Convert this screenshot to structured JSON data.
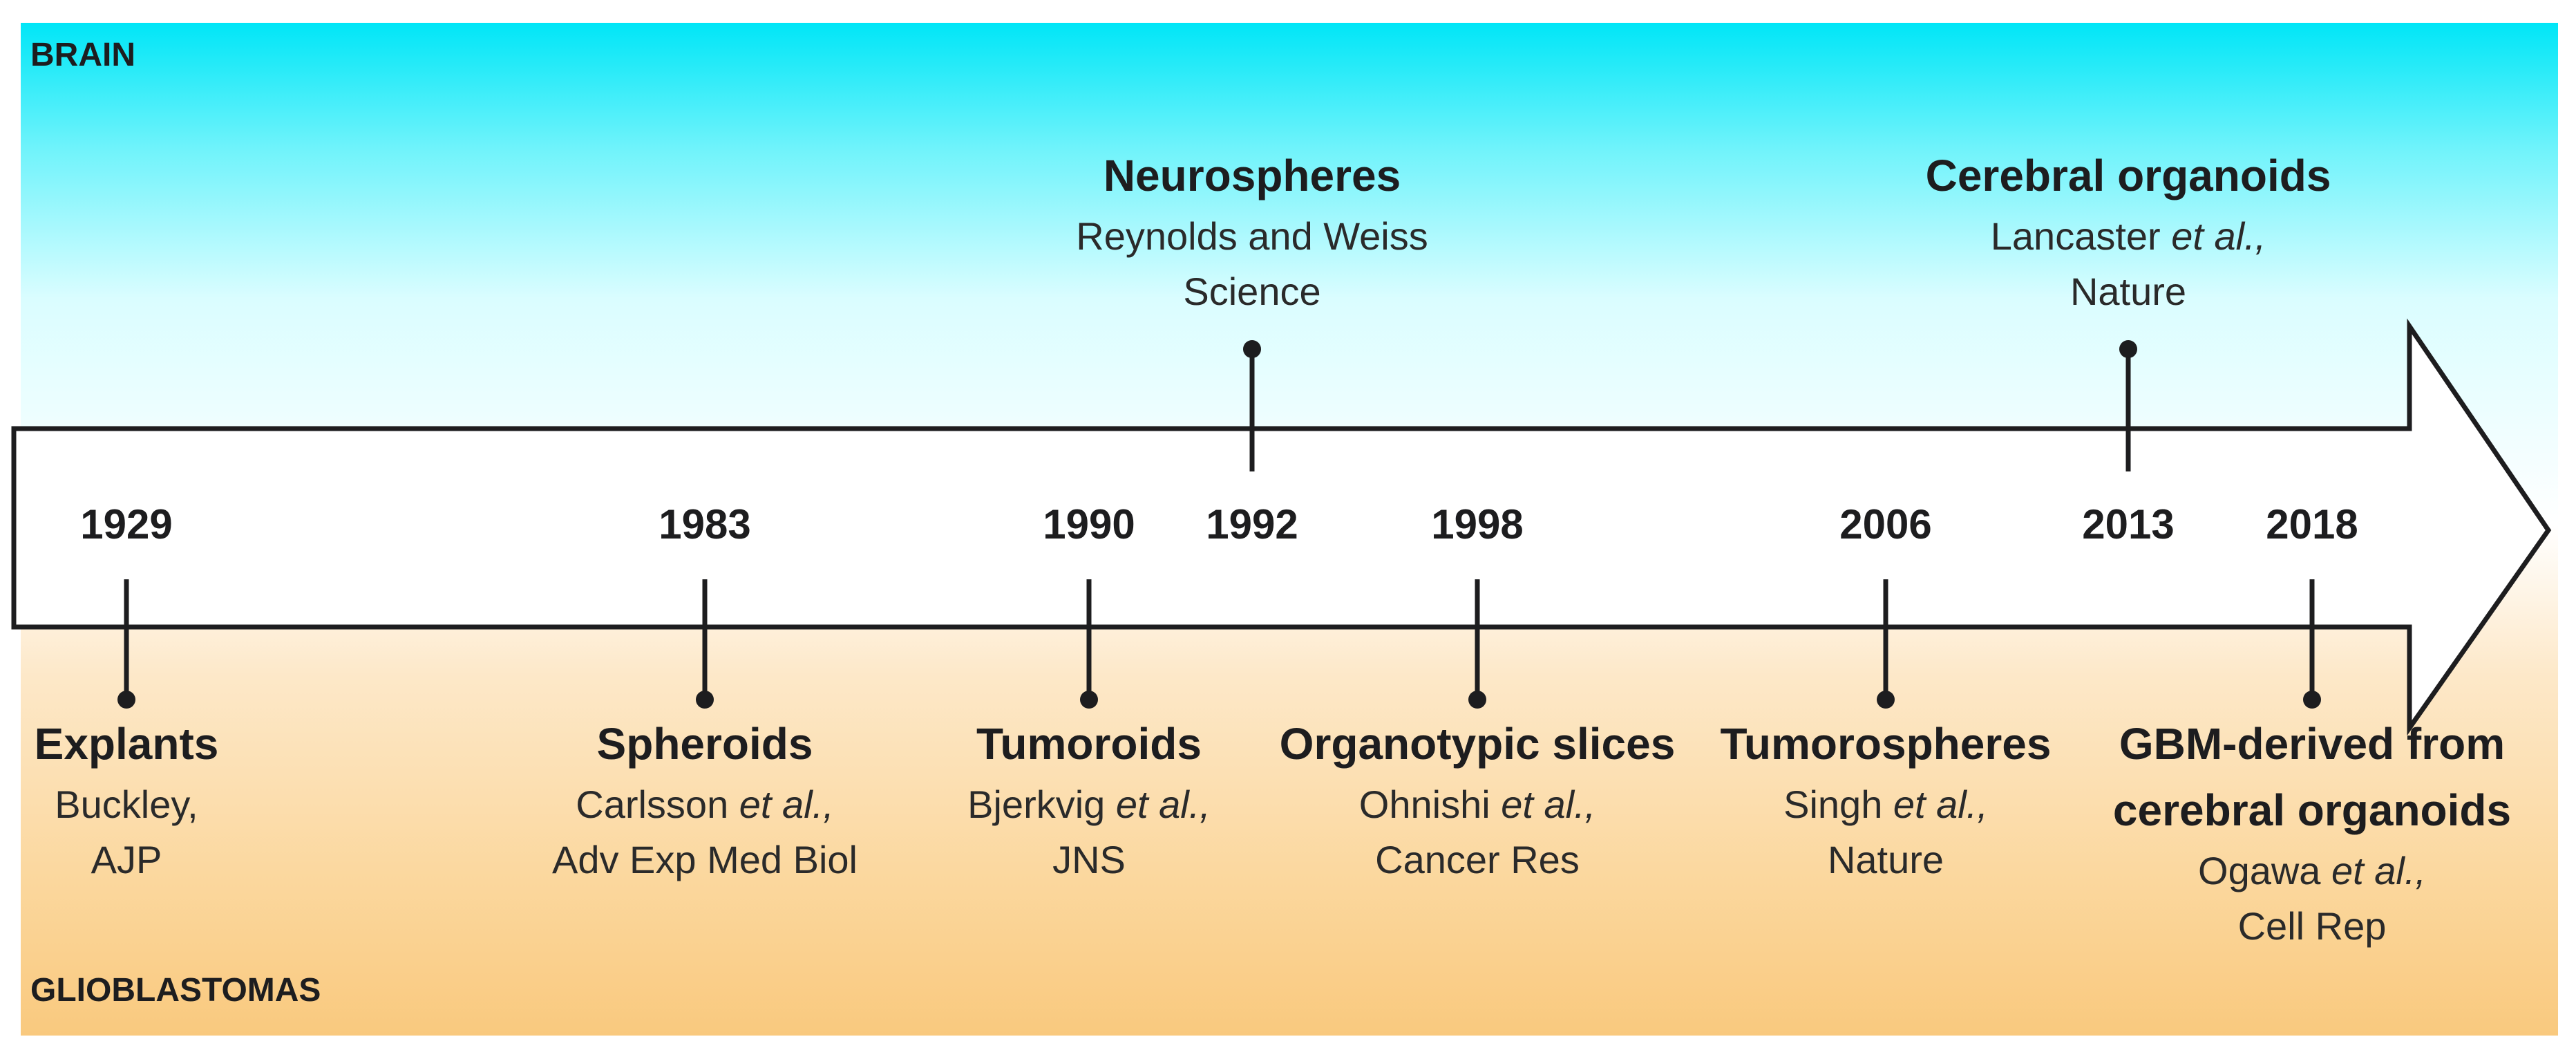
{
  "labels": {
    "top": "BRAIN",
    "bottom": "GLIOBLASTOMAS"
  },
  "colors": {
    "top_gradient": "#00e6f7",
    "bottom_gradient": "#f9c97e",
    "line": "#1d1d1f"
  },
  "years": [
    "1929",
    "1983",
    "1990",
    "1992",
    "1998",
    "2006",
    "2013",
    "2018"
  ],
  "brain_events": [
    {
      "year": "1992",
      "title": "Neurospheres",
      "cite_line1": "Reynolds and Weiss",
      "cite_line1_italic": "",
      "cite_line2": "Science"
    },
    {
      "year": "2013",
      "title": "Cerebral organoids",
      "cite_line1": "Lancaster ",
      "cite_line1_italic": "et al.,",
      "cite_line2": "Nature"
    }
  ],
  "glioblastoma_events": [
    {
      "year": "1929",
      "title": "Explants",
      "title_line2": "",
      "cite_line1": "Buckley,",
      "cite_line1_italic": "",
      "cite_line2": "AJP"
    },
    {
      "year": "1983",
      "title": "Spheroids",
      "title_line2": "",
      "cite_line1": "Carlsson ",
      "cite_line1_italic": "et al.,",
      "cite_line2": "Adv Exp Med Biol"
    },
    {
      "year": "1990",
      "title": "Tumoroids",
      "title_line2": "",
      "cite_line1": "Bjerkvig ",
      "cite_line1_italic": "et al.,",
      "cite_line2": "JNS"
    },
    {
      "year": "1998",
      "title": "Organotypic slices",
      "title_line2": "",
      "cite_line1": "Ohnishi ",
      "cite_line1_italic": "et al.,",
      "cite_line2": "Cancer Res"
    },
    {
      "year": "2006",
      "title": "Tumorospheres",
      "title_line2": "",
      "cite_line1": "Singh ",
      "cite_line1_italic": "et al.,",
      "cite_line2": "Nature"
    },
    {
      "year": "2018",
      "title": "GBM-derived from",
      "title_line2": "cerebral organoids",
      "cite_line1": "Ogawa ",
      "cite_line1_italic": "et al.,",
      "cite_line2": "Cell Rep"
    }
  ]
}
